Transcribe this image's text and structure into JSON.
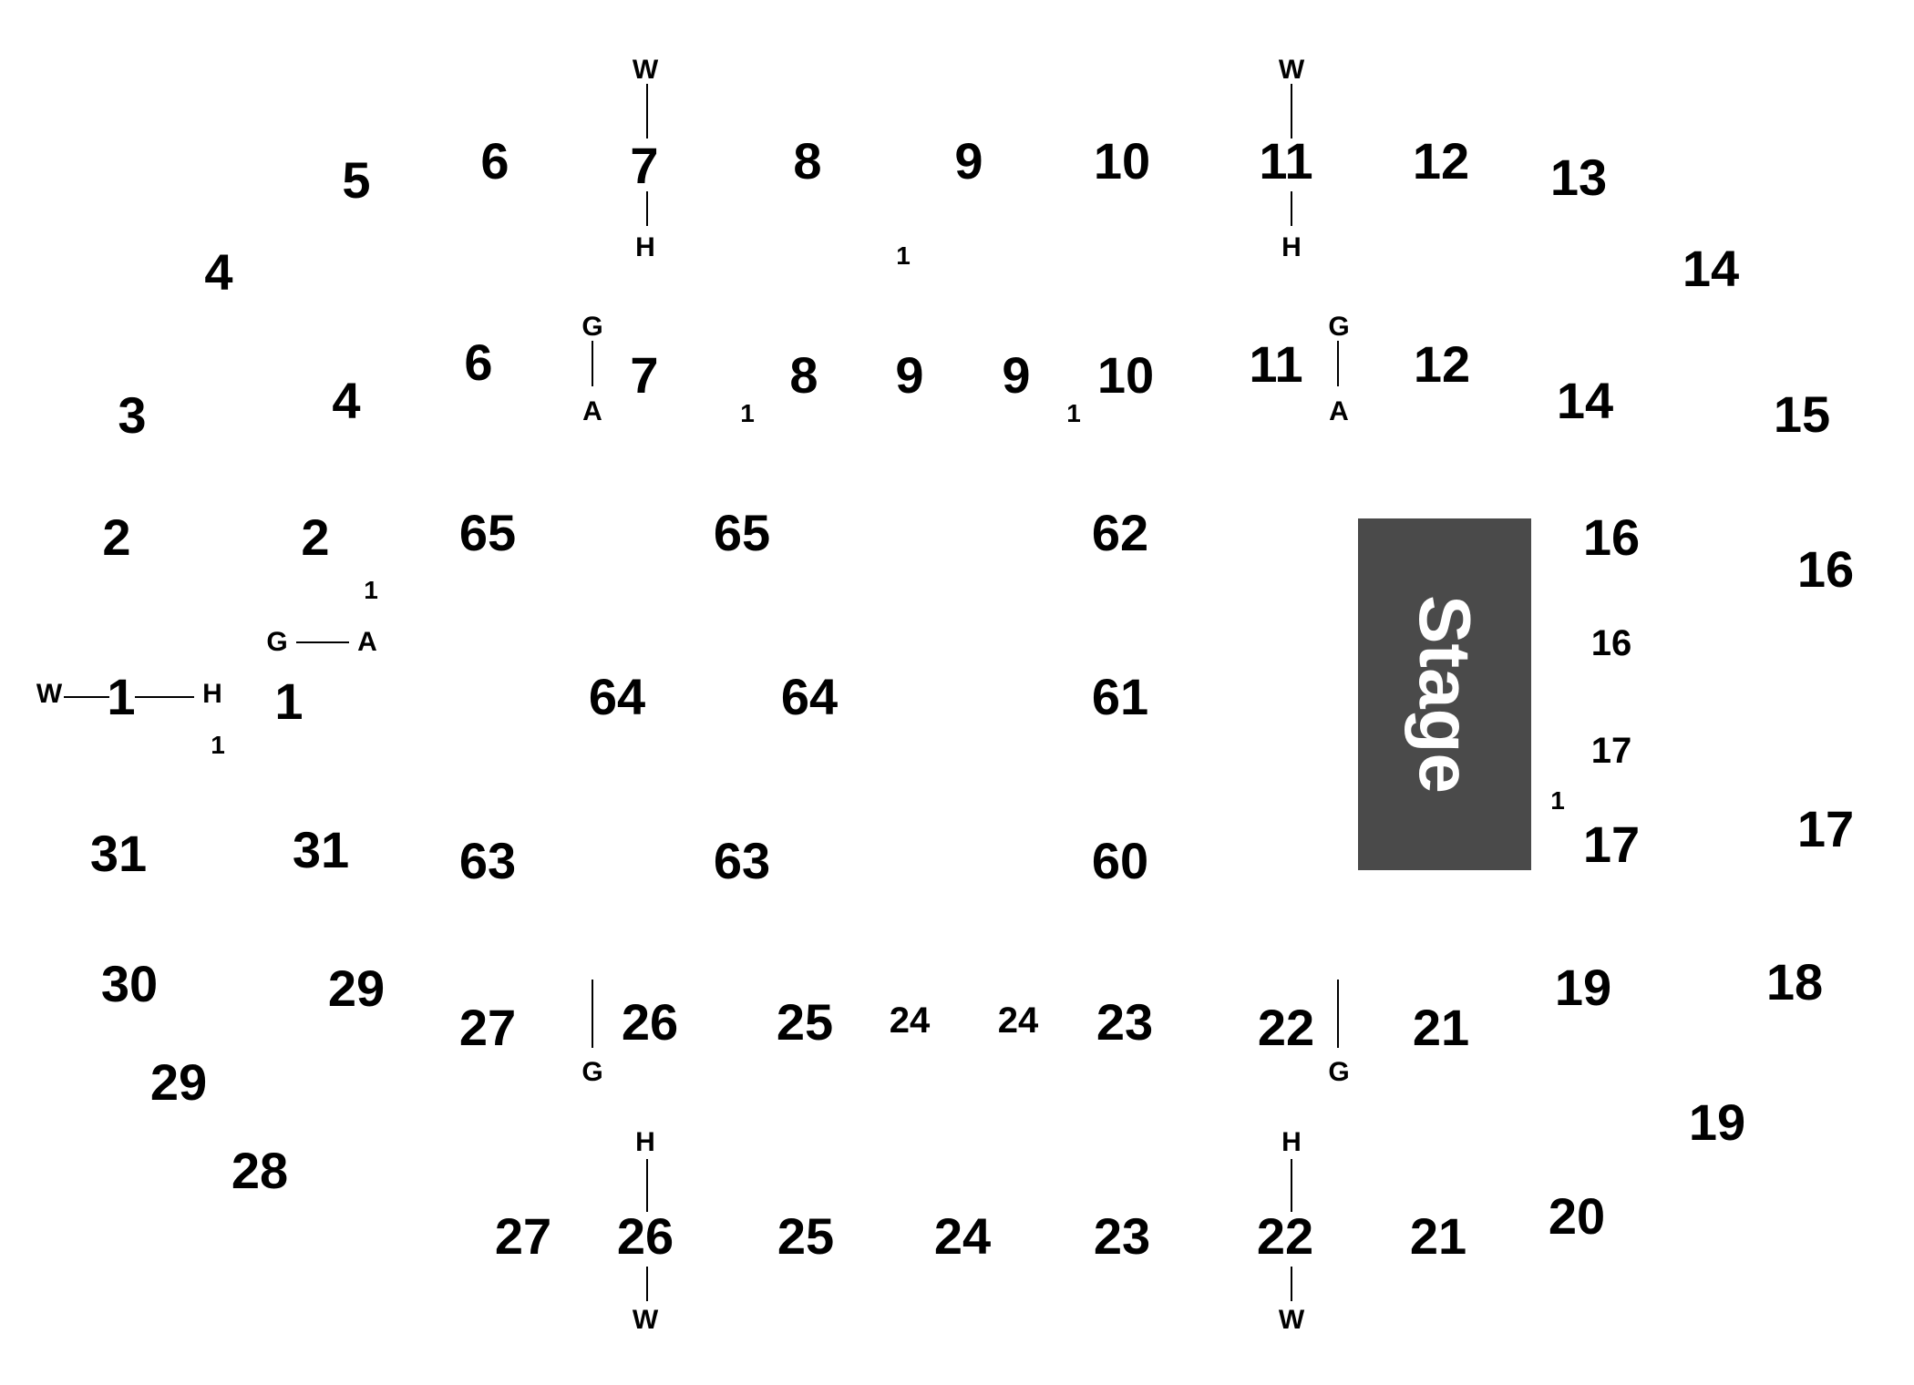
{
  "stage": {
    "label": "Stage",
    "color": "#4a4a4a"
  },
  "sections": {
    "s5": "5",
    "s6a": "6",
    "s7a": "7",
    "s8a": "8",
    "s9a": "9",
    "s10a": "10",
    "s11a": "11",
    "s12a": "12",
    "s13": "13",
    "s4a": "4",
    "s14a": "14",
    "s3": "3",
    "s4b": "4",
    "s6b": "6",
    "s7b": "7",
    "s8b": "8",
    "s9b": "9",
    "s9c": "9",
    "s10b": "10",
    "s11b": "11",
    "s12b": "12",
    "s14b": "14",
    "s15": "15",
    "s2a": "2",
    "s2b": "2",
    "s65a": "65",
    "s65b": "65",
    "s62": "62",
    "s16a": "16",
    "s16b": "16",
    "s1a": "1",
    "s1b": "1",
    "s64a": "64",
    "s64b": "64",
    "s61": "61",
    "s31a": "31",
    "s31b": "31",
    "s63a": "63",
    "s63b": "63",
    "s60": "60",
    "s17a": "17",
    "s17b": "17",
    "s30": "30",
    "s29a": "29",
    "s27a": "27",
    "s26a": "26",
    "s25a": "25",
    "s23a": "23",
    "s22a": "22",
    "s21a": "21",
    "s19a": "19",
    "s18": "18",
    "s29b": "29",
    "s19b": "19",
    "s28": "28",
    "s20": "20",
    "s27b": "27",
    "s26b": "26",
    "s25b": "25",
    "s24": "24",
    "s23b": "23",
    "s22b": "22",
    "s21b": "21"
  },
  "minor_sections": {
    "m16": "16",
    "m17": "17",
    "m24a": "24",
    "m24b": "24"
  },
  "row_markers": {
    "w7top": "W",
    "h7": "H",
    "w11top": "W",
    "h11": "H",
    "g7": "G",
    "a7": "A",
    "g11": "G",
    "a11": "A",
    "g1": "G",
    "a1": "A",
    "w1": "W",
    "h1": "H",
    "g26": "G",
    "g22": "G",
    "h26": "H",
    "w26": "W",
    "h22": "H",
    "w22": "W"
  },
  "row_one_markers": {
    "r1": "1",
    "r2": "1",
    "r3": "1",
    "r4": "1",
    "r5": "1",
    "r6": "1"
  }
}
